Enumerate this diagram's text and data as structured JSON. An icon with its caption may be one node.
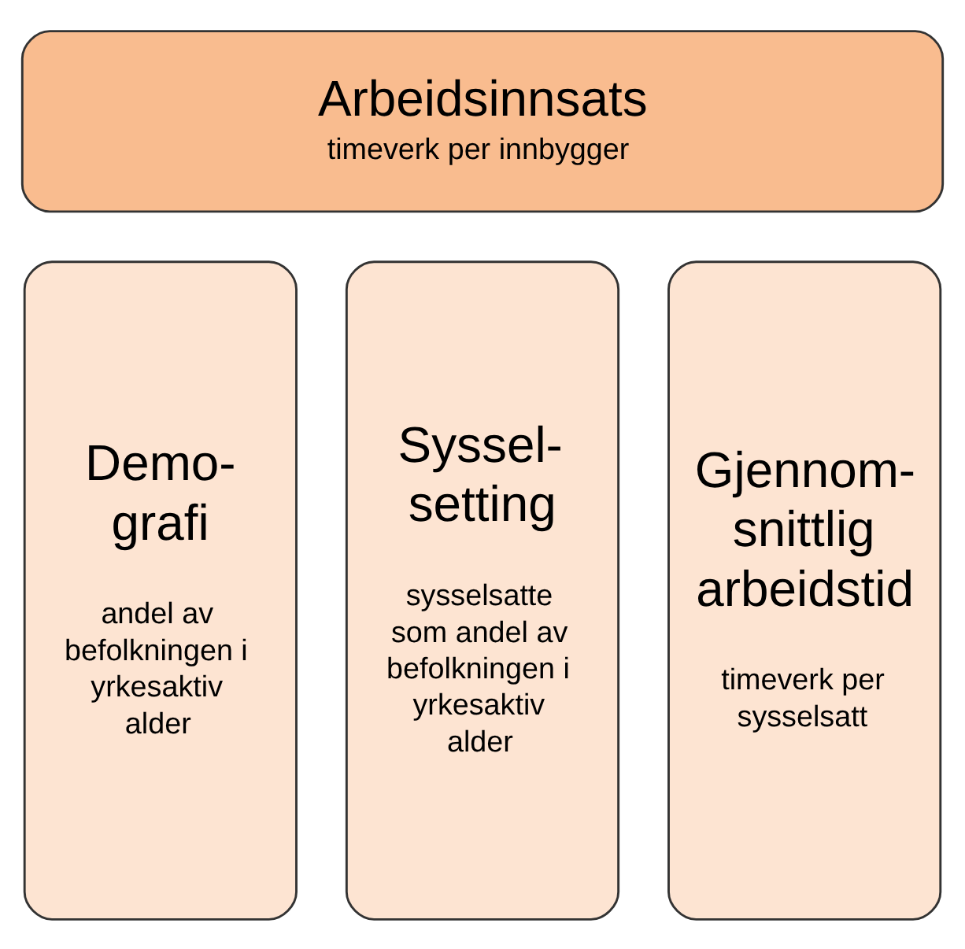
{
  "diagram": {
    "nodes": [
      {
        "text": [
          "Arbeidsinnsats",
          "timeverk per innbygger"
        ]
      },
      {
        "text": [
          "Demo- grafi",
          "andel av befolkningen i yrkesaktiv alder"
        ]
      },
      {
        "text": [
          "Syssel- setting",
          "sysselsatte som andel av befolkningen i yrkesaktiv alder"
        ]
      },
      {
        "text": [
          "Gjennom- snittlig arbeidstid",
          "timeverk per sysselsatt"
        ]
      }
    ],
    "edges": []
  }
}
